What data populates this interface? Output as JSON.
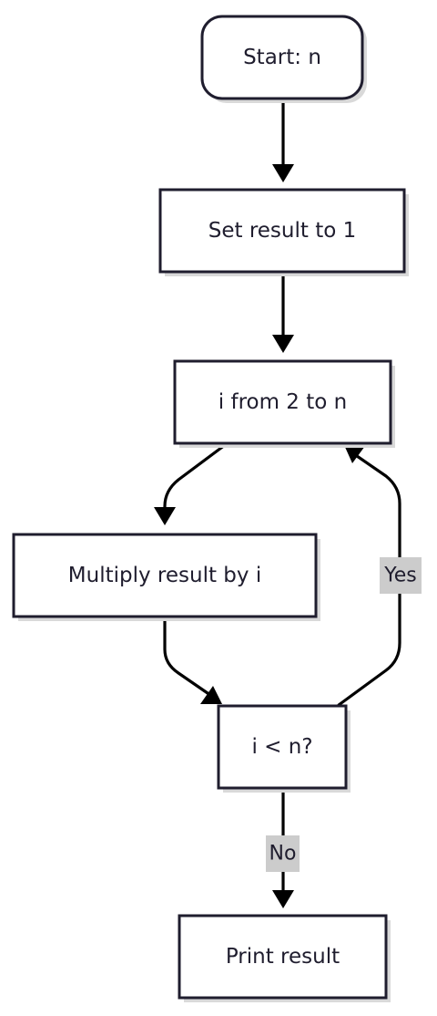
{
  "nodes": {
    "start": {
      "label": "Start: n",
      "shape": "rounded"
    },
    "set_result": {
      "label": "Set result to 1",
      "shape": "rect"
    },
    "loop": {
      "label": "i from 2 to n",
      "shape": "rect"
    },
    "multiply": {
      "label": "Multiply result by i",
      "shape": "rect"
    },
    "condition": {
      "label": "i < n?",
      "shape": "rect"
    },
    "print": {
      "label": "Print result",
      "shape": "rect"
    }
  },
  "edges": [
    {
      "from": "start",
      "to": "set_result",
      "label": ""
    },
    {
      "from": "set_result",
      "to": "loop",
      "label": ""
    },
    {
      "from": "loop",
      "to": "multiply",
      "label": ""
    },
    {
      "from": "multiply",
      "to": "condition",
      "label": ""
    },
    {
      "from": "condition",
      "to": "loop",
      "label": "Yes"
    },
    {
      "from": "condition",
      "to": "print",
      "label": "No"
    }
  ],
  "colors": {
    "node_border": "#1f1d2e",
    "node_fill": "#ffffff",
    "node_shadow": "#d9d9d9",
    "edge": "#000000",
    "edge_label_background": "#cccccc",
    "text": "#1f1d2e"
  }
}
